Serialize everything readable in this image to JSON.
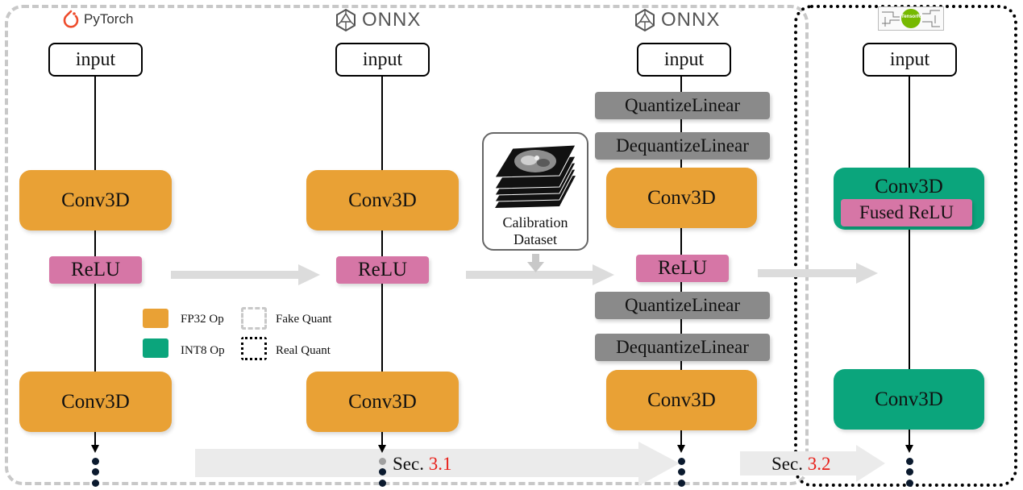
{
  "frameworks": {
    "pytorch": "PyTorch",
    "onnx_1": "ONNX",
    "onnx_2": "ONNX",
    "tensorrt": "TensorRT"
  },
  "nodes": {
    "input": "input",
    "conv": "Conv3D",
    "relu": "ReLU",
    "quantize": "QuantizeLinear",
    "dequantize": "DequantizeLinear",
    "fused_relu": "Fused ReLU",
    "calibration": "Calibration Dataset"
  },
  "legend": {
    "fp32": "FP32 Op",
    "int8": "INT8 Op",
    "fake": "Fake Quant",
    "real": "Real Quant"
  },
  "sections": {
    "prefix_1": "Sec.",
    "num_1": "3.1",
    "prefix_2": "Sec.",
    "num_2": "3.2"
  },
  "colors": {
    "fp32": "#E9A135",
    "int8": "#0BA57C",
    "relu": "#D676A6",
    "quant": "#8A8A8A",
    "arrow": "#DCDCDC",
    "section_number": "#E8201A"
  }
}
